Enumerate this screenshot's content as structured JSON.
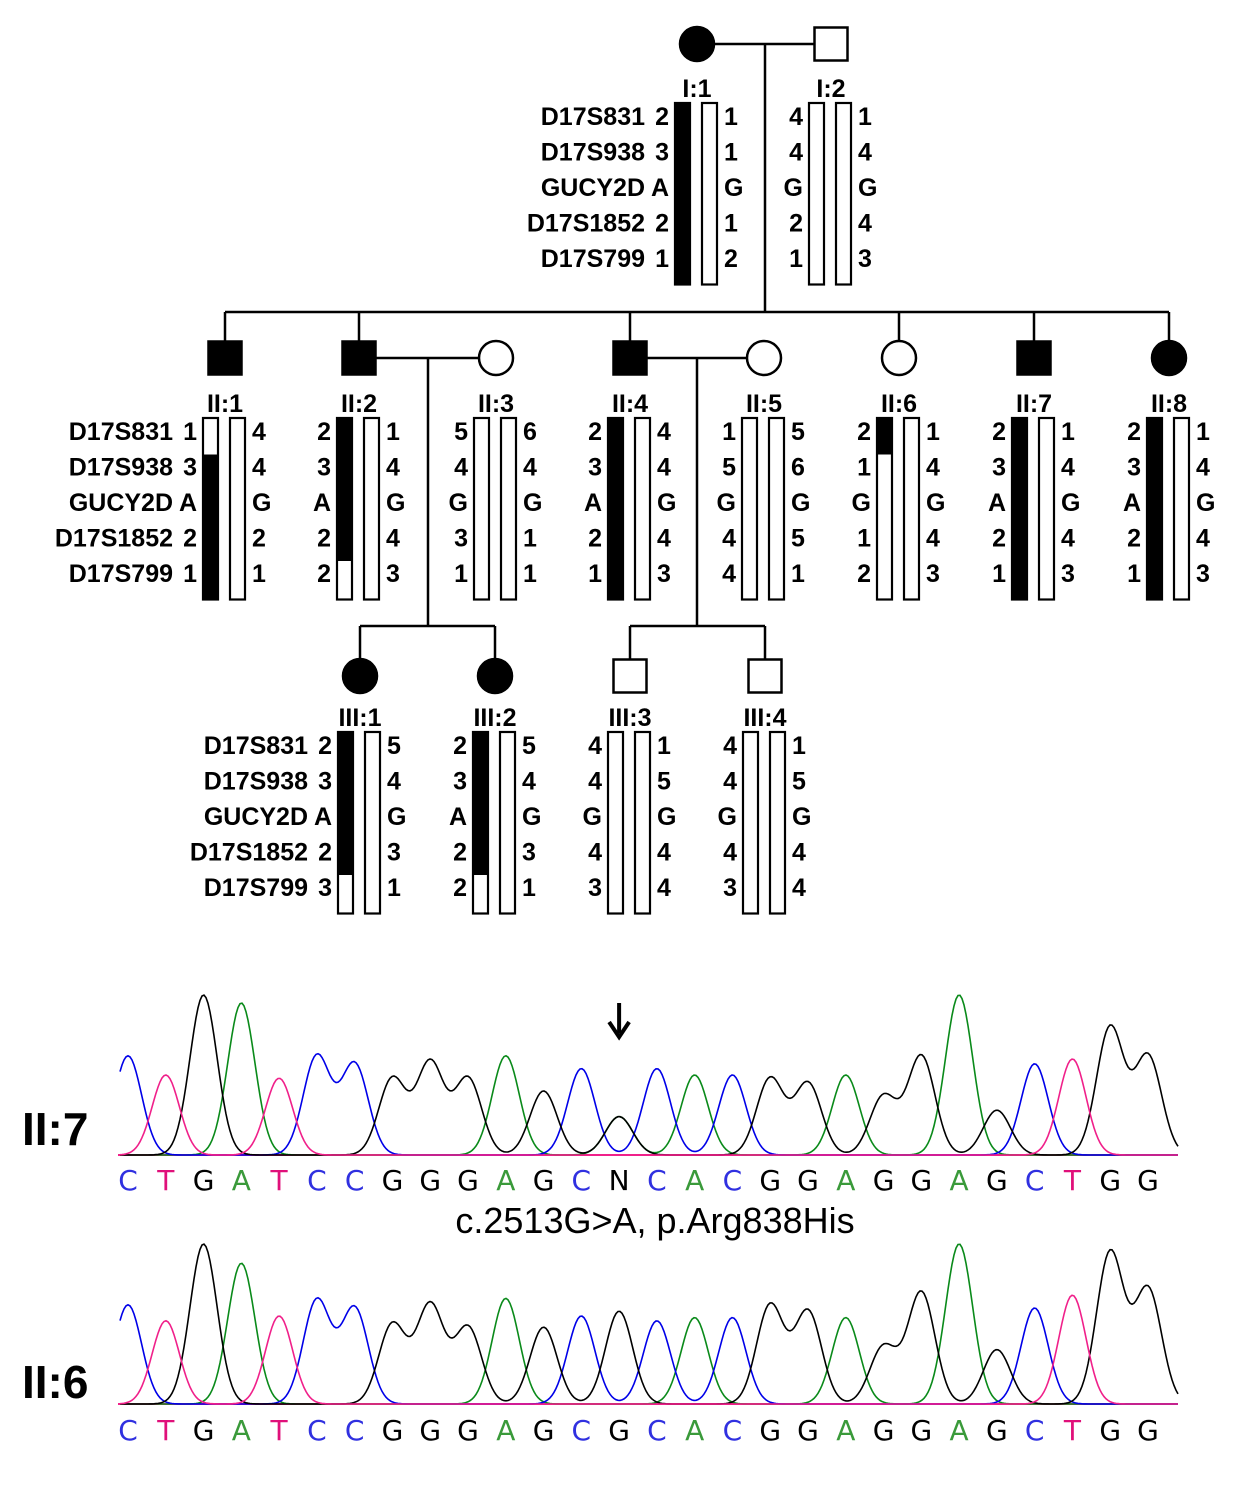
{
  "markers": [
    "D17S831",
    "D17S938",
    "GUCY2D",
    "D17S1852",
    "D17S799"
  ],
  "individuals": [
    {
      "id": "I:1",
      "sex": "female",
      "affected": true,
      "left_alleles": [
        "2",
        "3",
        "A",
        "2",
        "1"
      ],
      "right_alleles": [
        "1",
        "1",
        "G",
        "1",
        "2"
      ],
      "left_haplotype_affected": [
        true,
        true,
        true,
        true,
        true
      ],
      "right_haplotype_affected": [
        false,
        false,
        false,
        false,
        false
      ],
      "show_marker_labels": true
    },
    {
      "id": "I:2",
      "sex": "male",
      "affected": false,
      "left_alleles": [
        "4",
        "4",
        "G",
        "2",
        "1"
      ],
      "right_alleles": [
        "1",
        "4",
        "G",
        "4",
        "3"
      ],
      "left_haplotype_affected": [
        false,
        false,
        false,
        false,
        false
      ],
      "right_haplotype_affected": [
        false,
        false,
        false,
        false,
        false
      ],
      "show_marker_labels": false
    },
    {
      "id": "II:1",
      "sex": "male",
      "affected": true,
      "left_alleles": [
        "1",
        "3",
        "A",
        "2",
        "1"
      ],
      "right_alleles": [
        "4",
        "4",
        "G",
        "2",
        "1"
      ],
      "left_haplotype_affected": [
        false,
        true,
        true,
        true,
        true
      ],
      "right_haplotype_affected": [
        false,
        false,
        false,
        false,
        false
      ],
      "show_marker_labels": true
    },
    {
      "id": "II:2",
      "sex": "male",
      "affected": true,
      "left_alleles": [
        "2",
        "3",
        "A",
        "2",
        "2"
      ],
      "right_alleles": [
        "1",
        "4",
        "G",
        "4",
        "3"
      ],
      "left_haplotype_affected": [
        true,
        true,
        true,
        true,
        false
      ],
      "right_haplotype_affected": [
        false,
        false,
        false,
        false,
        false
      ],
      "show_marker_labels": false
    },
    {
      "id": "II:3",
      "sex": "female",
      "affected": false,
      "left_alleles": [
        "5",
        "4",
        "G",
        "3",
        "1"
      ],
      "right_alleles": [
        "6",
        "4",
        "G",
        "1",
        "1"
      ],
      "left_haplotype_affected": [
        false,
        false,
        false,
        false,
        false
      ],
      "right_haplotype_affected": [
        false,
        false,
        false,
        false,
        false
      ],
      "show_marker_labels": false
    },
    {
      "id": "II:4",
      "sex": "male",
      "affected": true,
      "left_alleles": [
        "2",
        "3",
        "A",
        "2",
        "1"
      ],
      "right_alleles": [
        "4",
        "4",
        "G",
        "4",
        "3"
      ],
      "left_haplotype_affected": [
        true,
        true,
        true,
        true,
        true
      ],
      "right_haplotype_affected": [
        false,
        false,
        false,
        false,
        false
      ],
      "show_marker_labels": false
    },
    {
      "id": "II:5",
      "sex": "female",
      "affected": false,
      "left_alleles": [
        "1",
        "5",
        "G",
        "4",
        "4"
      ],
      "right_alleles": [
        "5",
        "6",
        "G",
        "5",
        "1"
      ],
      "left_haplotype_affected": [
        false,
        false,
        false,
        false,
        false
      ],
      "right_haplotype_affected": [
        false,
        false,
        false,
        false,
        false
      ],
      "show_marker_labels": false
    },
    {
      "id": "II:6",
      "sex": "female",
      "affected": false,
      "left_alleles": [
        "2",
        "1",
        "G",
        "1",
        "2"
      ],
      "right_alleles": [
        "1",
        "4",
        "G",
        "4",
        "3"
      ],
      "left_haplotype_affected": [
        true,
        false,
        false,
        false,
        false
      ],
      "right_haplotype_affected": [
        false,
        false,
        false,
        false,
        false
      ],
      "show_marker_labels": false
    },
    {
      "id": "II:7",
      "sex": "male",
      "affected": true,
      "left_alleles": [
        "2",
        "3",
        "A",
        "2",
        "1"
      ],
      "right_alleles": [
        "1",
        "4",
        "G",
        "4",
        "3"
      ],
      "left_haplotype_affected": [
        true,
        true,
        true,
        true,
        true
      ],
      "right_haplotype_affected": [
        false,
        false,
        false,
        false,
        false
      ],
      "show_marker_labels": false
    },
    {
      "id": "II:8",
      "sex": "female",
      "affected": true,
      "left_alleles": [
        "2",
        "3",
        "A",
        "2",
        "1"
      ],
      "right_alleles": [
        "1",
        "4",
        "G",
        "4",
        "3"
      ],
      "left_haplotype_affected": [
        true,
        true,
        true,
        true,
        true
      ],
      "right_haplotype_affected": [
        false,
        false,
        false,
        false,
        false
      ],
      "show_marker_labels": false
    },
    {
      "id": "III:1",
      "sex": "female",
      "affected": true,
      "left_alleles": [
        "2",
        "3",
        "A",
        "2",
        "3"
      ],
      "right_alleles": [
        "5",
        "4",
        "G",
        "3",
        "1"
      ],
      "left_haplotype_affected": [
        true,
        true,
        true,
        true,
        false
      ],
      "right_haplotype_affected": [
        false,
        false,
        false,
        false,
        false
      ],
      "show_marker_labels": true
    },
    {
      "id": "III:2",
      "sex": "female",
      "affected": true,
      "left_alleles": [
        "2",
        "3",
        "A",
        "2",
        "2"
      ],
      "right_alleles": [
        "5",
        "4",
        "G",
        "3",
        "1"
      ],
      "left_haplotype_affected": [
        true,
        true,
        true,
        true,
        false
      ],
      "right_haplotype_affected": [
        false,
        false,
        false,
        false,
        false
      ],
      "show_marker_labels": false
    },
    {
      "id": "III:3",
      "sex": "male",
      "affected": false,
      "left_alleles": [
        "4",
        "4",
        "G",
        "4",
        "3"
      ],
      "right_alleles": [
        "1",
        "5",
        "G",
        "4",
        "4"
      ],
      "left_haplotype_affected": [
        false,
        false,
        false,
        false,
        false
      ],
      "right_haplotype_affected": [
        false,
        false,
        false,
        false,
        false
      ],
      "show_marker_labels": false
    },
    {
      "id": "III:4",
      "sex": "male",
      "affected": false,
      "left_alleles": [
        "4",
        "4",
        "G",
        "4",
        "3"
      ],
      "right_alleles": [
        "1",
        "5",
        "G",
        "4",
        "4"
      ],
      "left_haplotype_affected": [
        false,
        false,
        false,
        false,
        false
      ],
      "right_haplotype_affected": [
        false,
        false,
        false,
        false,
        false
      ],
      "show_marker_labels": false
    }
  ],
  "relationships": {
    "couples": [
      [
        "I:1",
        "I:2"
      ],
      [
        "II:2",
        "II:3"
      ],
      [
        "II:4",
        "II:5"
      ]
    ],
    "sibships": [
      {
        "parents": [
          "I:1",
          "I:2"
        ],
        "children": [
          "II:1",
          "II:2",
          "II:4",
          "II:6",
          "II:7",
          "II:8"
        ]
      },
      {
        "parents": [
          "II:2",
          "II:3"
        ],
        "children": [
          "III:1",
          "III:2"
        ]
      },
      {
        "parents": [
          "II:4",
          "II:5"
        ],
        "children": [
          "III:3",
          "III:4"
        ]
      }
    ]
  },
  "chromatograms": [
    {
      "label": "II:7",
      "sequence": [
        "C",
        "T",
        "G",
        "A",
        "T",
        "C",
        "C",
        "G",
        "G",
        "G",
        "A",
        "G",
        "C",
        "N",
        "C",
        "A",
        "C",
        "G",
        "G",
        "A",
        "G",
        "G",
        "A",
        "G",
        "C",
        "T",
        "G",
        "G"
      ],
      "arrow_at_index": 13
    },
    {
      "label": "II:6",
      "sequence": [
        "C",
        "T",
        "G",
        "A",
        "T",
        "C",
        "C",
        "G",
        "G",
        "G",
        "A",
        "G",
        "C",
        "G",
        "C",
        "A",
        "C",
        "G",
        "G",
        "A",
        "G",
        "G",
        "A",
        "G",
        "C",
        "T",
        "G",
        "G"
      ]
    }
  ],
  "mutation_label": "c.2513G>A, p.Arg838His",
  "base_colors": {
    "A": "#3a9a3a",
    "C": "#3030e0",
    "G": "#000000",
    "T": "#e0107a",
    "N": "#000000"
  },
  "trace_colors": {
    "A": "#0a8a1a",
    "C": "#0000e8",
    "G": "#000000",
    "T": "#f0208a"
  }
}
